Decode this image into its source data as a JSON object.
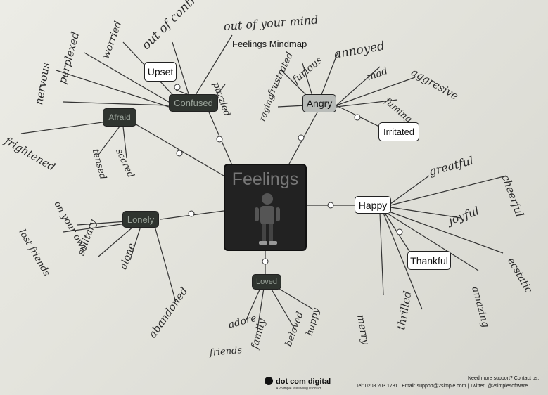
{
  "title": "Feelings Mindmap",
  "center": {
    "label": "Feelings"
  },
  "nodes": {
    "upset": "Upset",
    "confused": "Confused",
    "afraid": "Afraid",
    "angry": "Angry",
    "irritated": "Irritated",
    "happy": "Happy",
    "thankful": "Thankful",
    "lonely": "Lonely",
    "loved": "Loved"
  },
  "handwritten": {
    "out_of_control": "out of control",
    "out_of_your_mind": "out of your mind",
    "worried": "worried",
    "perplexed": "perplexed",
    "nervous": "nervous",
    "puzzled": "puzzled",
    "frightened": "frightened",
    "scared": "scared",
    "tense": "tensed",
    "frustrated": "frustrated",
    "furious": "furious",
    "annoyed": "annoyed",
    "raging": "raging",
    "mad": "mad",
    "aggressive": "aggresive",
    "fuming": "fuming",
    "grateful": "greatful",
    "cheerful": "cheerful",
    "joyful": "joyful",
    "ecstatic": "ecstatic",
    "amazing": "amazing",
    "merry": "merry",
    "thrilled": "thrilled",
    "on_your_own": "on your own",
    "lost_friends": "lost friends",
    "solitary": "solitary",
    "alone": "alone",
    "abandoned": "abandoned",
    "adore": "adore",
    "family": "family",
    "friends": "friends",
    "beloved": "beloved",
    "happy_small": "happy"
  },
  "footer": {
    "brand": "dot com digital",
    "brand_sub": "A 2Simple Wellbeing Product",
    "support_head": "Need more support? Contact us:",
    "support_contacts": "Tel: 0208 203 1781 | Email: support@2simple.com | Twitter: @2simplesoftware"
  },
  "colors": {
    "paper": "#e6e6e0",
    "dark_node": "#2f342f",
    "ink": "#2a2a2a"
  }
}
